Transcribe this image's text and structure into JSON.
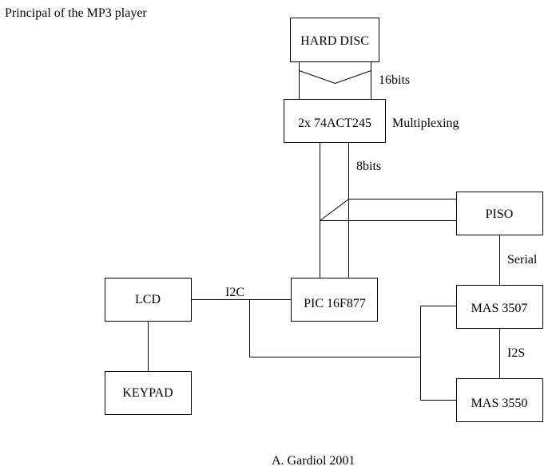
{
  "title": "Principal of the MP3 player",
  "author": "A. Gardiol 2001",
  "blocks": {
    "hard_disc": "HARD DISC",
    "buffer": "2x 74ACT245",
    "piso": "PISO",
    "lcd": "LCD",
    "pic": "PIC 16F877",
    "mas3507": "MAS 3507",
    "keypad": "KEYPAD",
    "mas3550": "MAS 3550"
  },
  "labels": {
    "bus16": "16bits",
    "multiplexing": "Multiplexing",
    "bus8": "8bits",
    "serial": "Serial",
    "i2c": "I2C",
    "i2s": "I2S"
  }
}
